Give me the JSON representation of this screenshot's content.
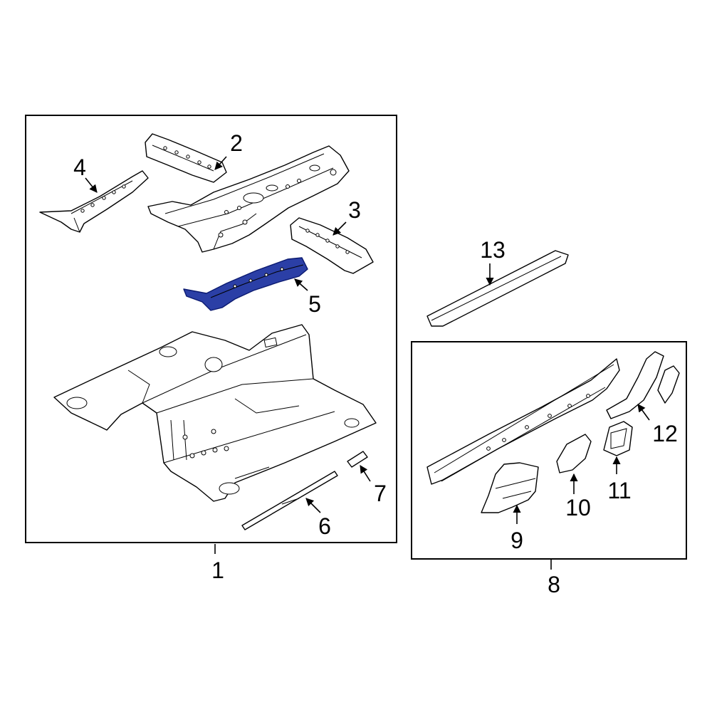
{
  "colors": {
    "line": "#000000",
    "background": "#ffffff",
    "highlight_fill": "#2b3fa6",
    "highlight_stroke": "#0b1a70"
  },
  "callouts": {
    "c1": "1",
    "c2": "2",
    "c3": "3",
    "c4": "4",
    "c5": "5",
    "c6": "6",
    "c7": "7",
    "c8": "8",
    "c9": "9",
    "c10": "10",
    "c11": "11",
    "c12": "12",
    "c13": "13"
  },
  "highlighted_part": "5"
}
